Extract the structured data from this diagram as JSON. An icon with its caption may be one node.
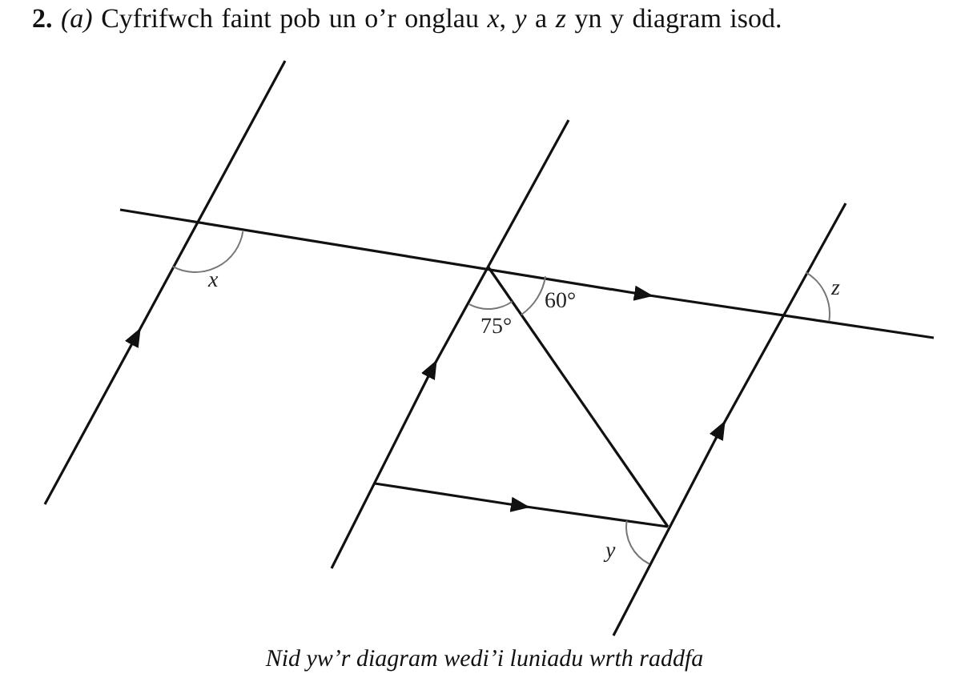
{
  "diagram": {
    "title": "**2.** *(a)* Cyfrifwch faint pob un o’r onglau *x*, *y* a *z* yn y diagram isod.",
    "caption": "Nid yw’r diagram wedi’i luniadu wrth raddfa",
    "labels": [
      "x",
      "75°",
      "60°",
      "z",
      "y"
    ]
  }
}
